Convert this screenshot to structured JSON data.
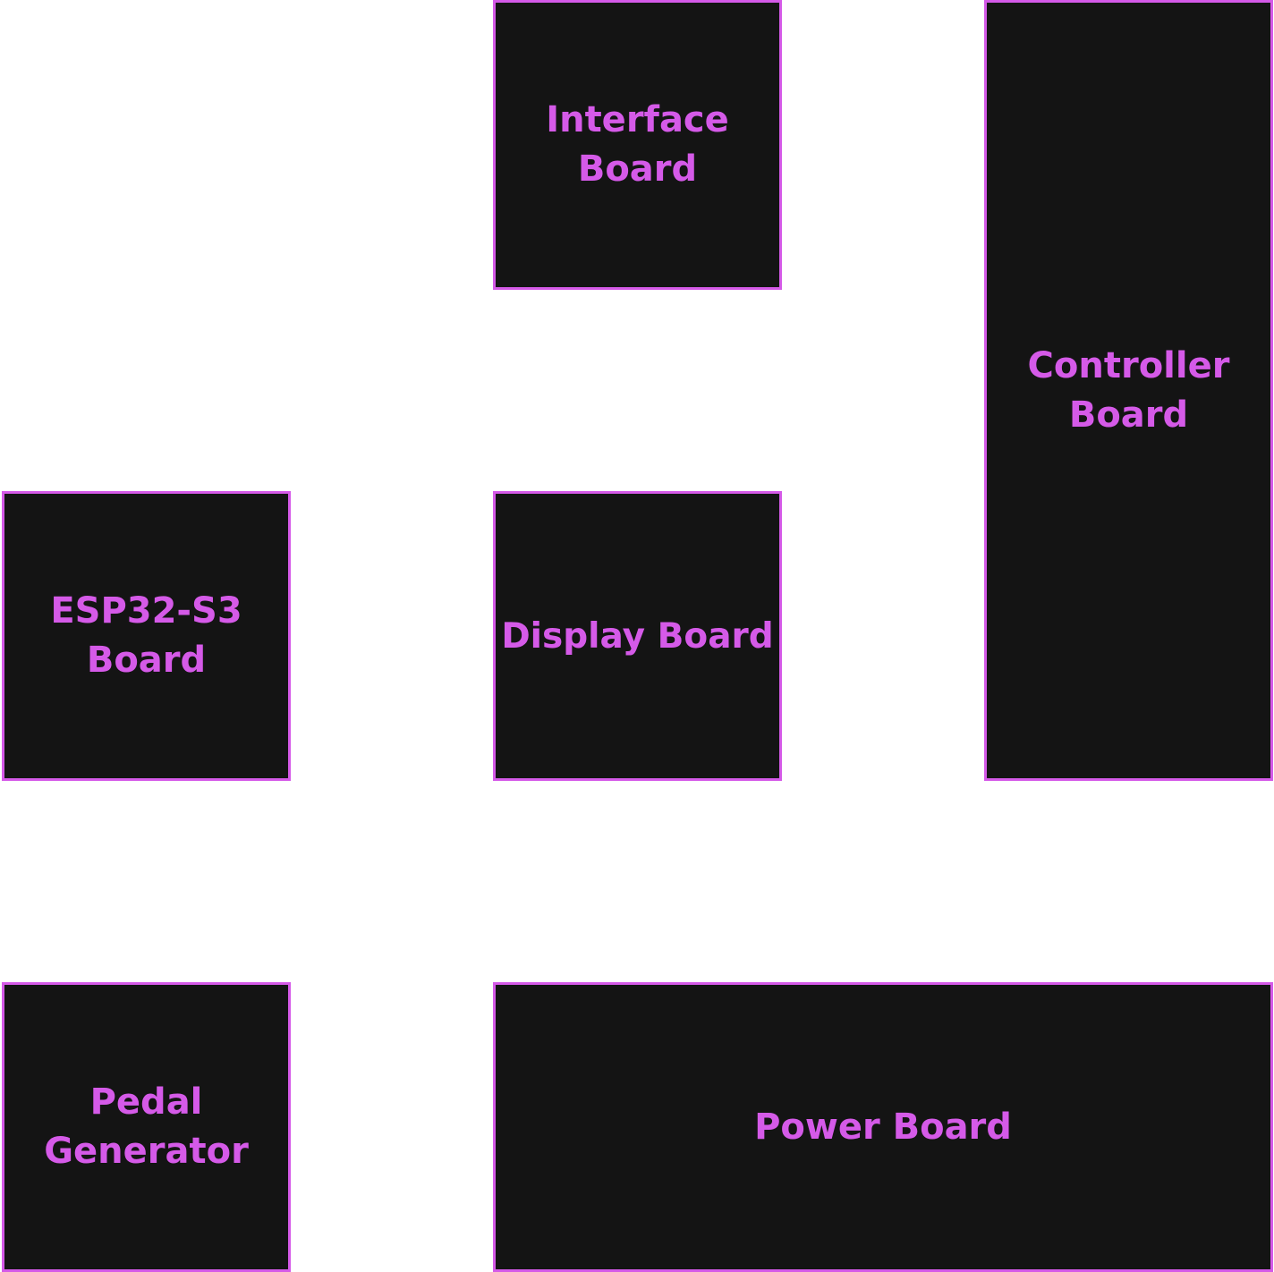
{
  "diagram": {
    "colors": {
      "box_fill": "#141414",
      "box_border": "#d55ae8",
      "label": "#d55ae8",
      "background": "#ffffff"
    },
    "boards": {
      "interface": {
        "label": "Interface\nBoard"
      },
      "controller": {
        "label": "Controller\nBoard"
      },
      "esp32": {
        "label": "ESP32-S3\nBoard"
      },
      "display": {
        "label": "Display Board"
      },
      "pedal": {
        "label": "Pedal\nGenerator"
      },
      "power": {
        "label": "Power Board"
      }
    }
  }
}
